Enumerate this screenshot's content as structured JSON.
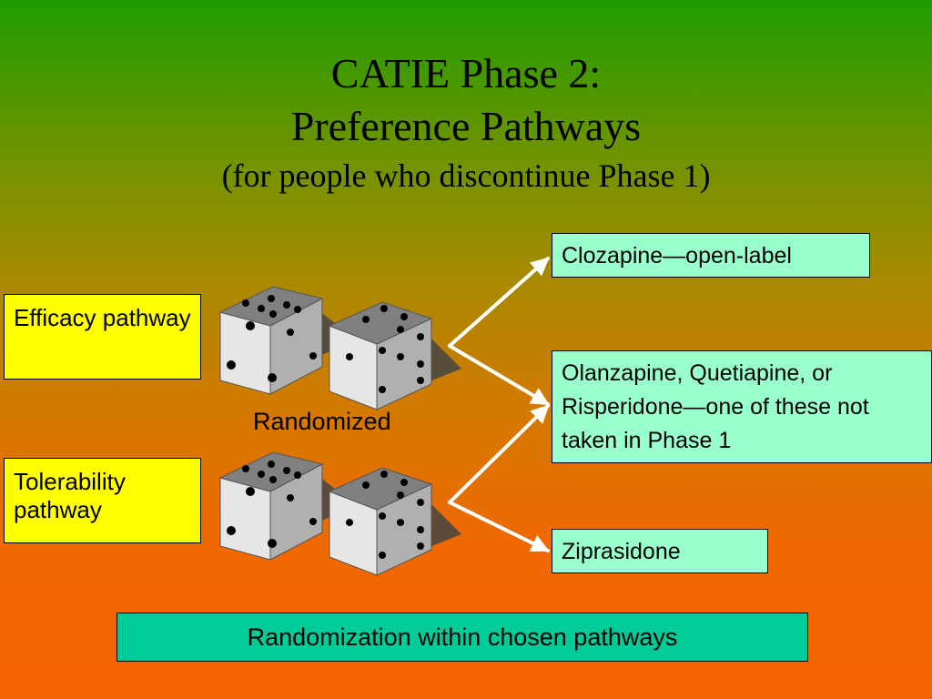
{
  "slide": {
    "title_line1": "CATIE Phase 2:",
    "title_line2": "Preference Pathways",
    "title_line3": "(for people who discontinue Phase 1)",
    "randomized_label": "Randomized",
    "footer": "Randomization within chosen pathways"
  },
  "pathways": {
    "efficacy": "Efficacy pathway",
    "tolerability": "Tolerability pathway"
  },
  "options": {
    "clozapine": "Clozapine—open-label",
    "olanzapine": "Olanzapine, Quetiapine, or Risperidone—one of these not taken in Phase 1",
    "ziprasidone": "Ziprasidone"
  },
  "icons": {
    "dice": "dice-icon",
    "arrow": "arrow-icon"
  },
  "colors": {
    "pathway_box": "#ffff00",
    "option_box": "#99ffcc",
    "footer_box": "#00cc99",
    "arrow": "#ffffff"
  }
}
